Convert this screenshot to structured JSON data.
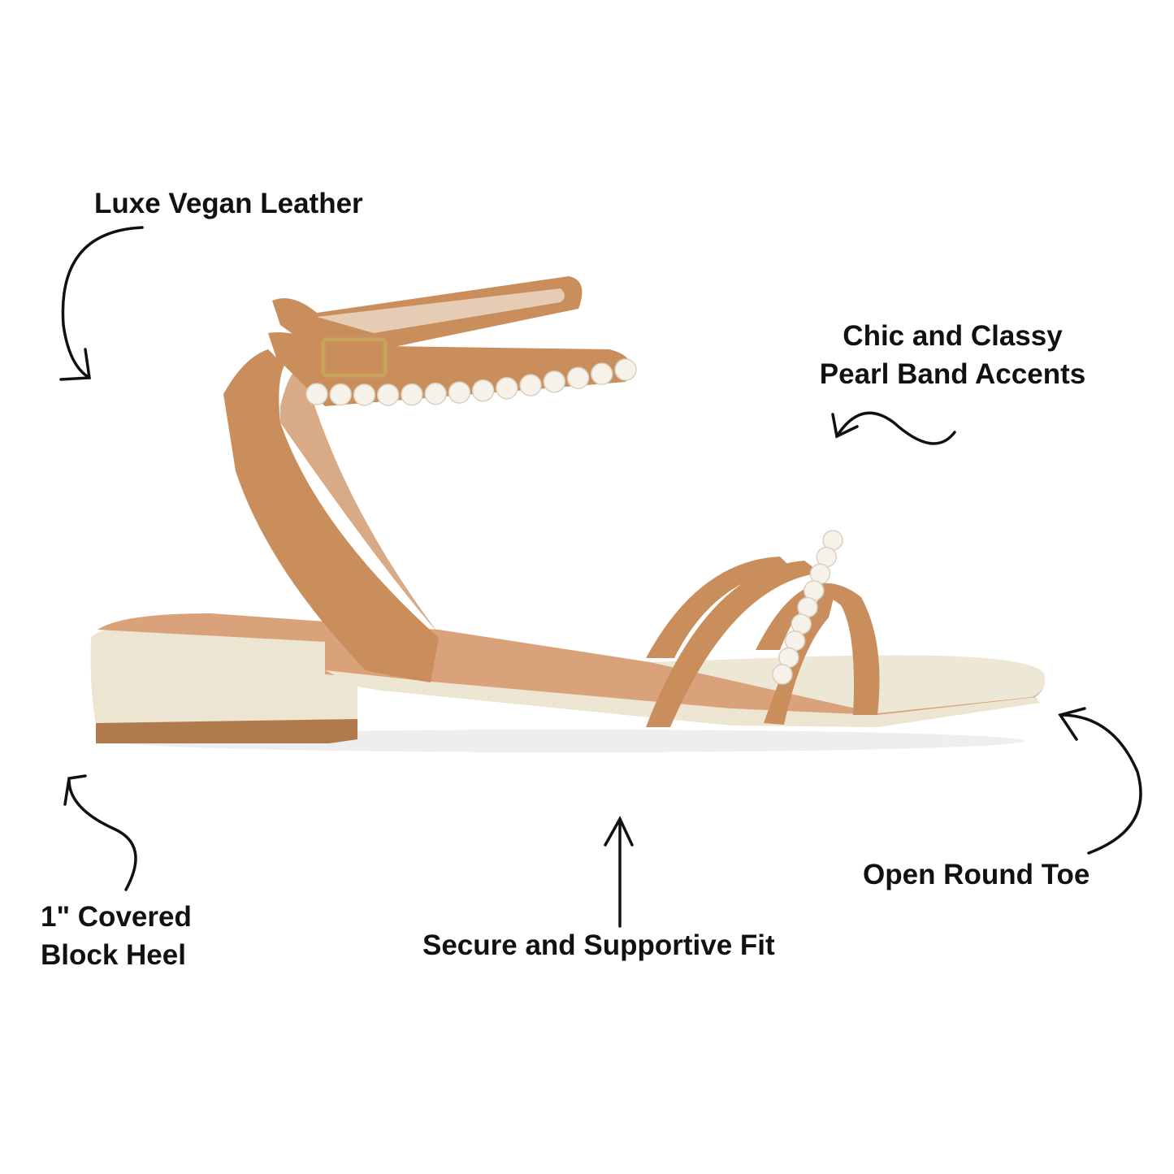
{
  "callouts": {
    "vegan_leather": "Luxe Vegan Leather",
    "pearl_line1": "Chic and Classy",
    "pearl_line2": "Pearl Band Accents",
    "heel_line1": "1\" Covered",
    "heel_line2": "Block Heel",
    "fit": "Secure and Supportive Fit",
    "toe": "Open Round Toe"
  },
  "colors": {
    "leather": "#c98e5c",
    "leather_dark": "#a8703f",
    "jute": "#ece6d3",
    "pearl": "#f6f2ea",
    "insole": "#d9a27a"
  }
}
